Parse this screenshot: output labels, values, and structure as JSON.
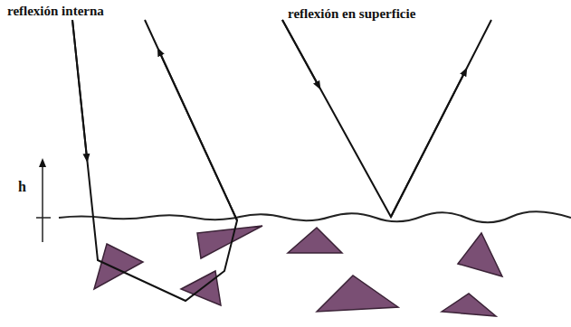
{
  "diagram": {
    "labels": [
      "reflexión interna",
      "reflexión en superficie",
      "h"
    ]
  }
}
